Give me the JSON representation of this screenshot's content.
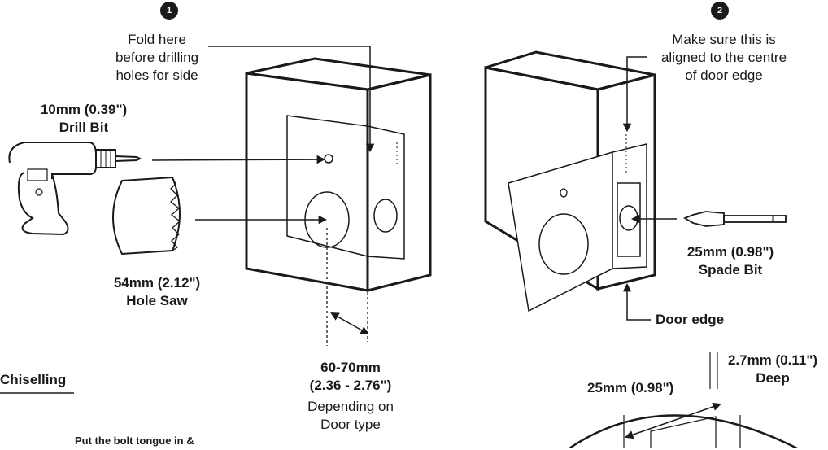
{
  "step1": {
    "badge": "1",
    "fold_note": [
      "Fold here",
      "before drilling",
      "holes for side"
    ],
    "drill_bit_size": "10mm (0.39\")",
    "drill_bit_label": "Drill Bit",
    "hole_saw_size": "54mm (2.12\")",
    "hole_saw_label": "Hole Saw",
    "backset_range": "60-70mm",
    "backset_range_in": "(2.36 - 2.76\")",
    "backset_note": [
      "Depending on",
      "Door type"
    ]
  },
  "step2": {
    "badge": "2",
    "align_note": [
      "Make sure this is",
      "aligned to the centre",
      "of door edge"
    ],
    "spade_bit_size": "25mm (0.98\")",
    "spade_bit_label": "Spade Bit",
    "door_edge_label": "Door edge"
  },
  "chiselling": {
    "heading": "Chiselling",
    "instruction": "Put the bolt tongue in &",
    "depth_size": "2.7mm (0.11\")",
    "depth_label": "Deep",
    "width_size": "25mm (0.98\")"
  },
  "colors": {
    "ink": "#1a1a1a",
    "background": "#ffffff"
  }
}
